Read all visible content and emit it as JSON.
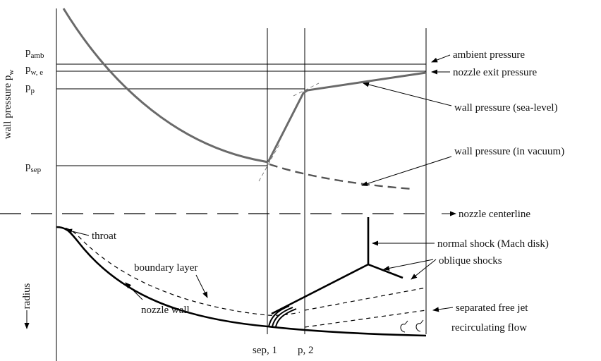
{
  "axes": {
    "y_label": "wall pressure p",
    "y_label_sub": "w",
    "radius_label": "radius"
  },
  "pressure_levels": [
    {
      "id": "amb",
      "base": "p",
      "sub": "amb"
    },
    {
      "id": "we",
      "base": "p",
      "sub": "w, e"
    },
    {
      "id": "p",
      "base": "p",
      "sub": "p"
    },
    {
      "id": "sep",
      "base": "p",
      "sub": "sep"
    }
  ],
  "annotations": {
    "ambient": "ambient pressure",
    "exit": "nozzle exit pressure",
    "sea_level": "wall pressure  (sea-level)",
    "vacuum": "wall pressure (in vacuum)",
    "centerline": "nozzle centerline",
    "throat": "throat",
    "normal_shock": "normal shock (Mach disk)",
    "oblique": "oblique shocks",
    "boundary_layer": "boundary layer",
    "nozzle_wall": "nozzle wall",
    "free_jet": "separated free jet",
    "recirc": "recirculating flow"
  },
  "x_ticks": [
    "sep, 1",
    "p, 2"
  ],
  "colors": {
    "pressure_curve": "#6a6a6a",
    "lines": "#000000"
  }
}
